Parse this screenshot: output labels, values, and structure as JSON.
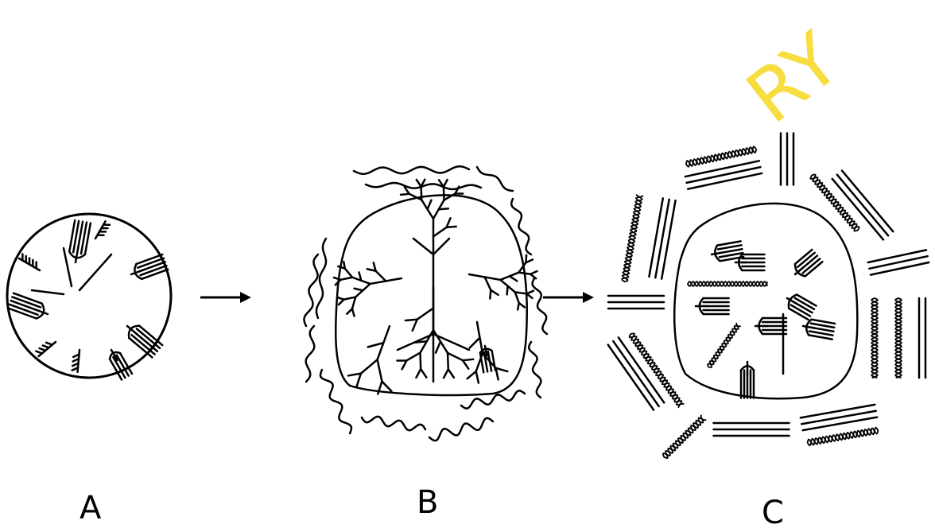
{
  "panels": [
    {
      "label": "A"
    },
    {
      "label": "B"
    },
    {
      "label": "C"
    }
  ],
  "watermark": "RY",
  "colors": {
    "ink": "#000000",
    "watermark": "#f7dd3f",
    "background": "#ffffff"
  }
}
